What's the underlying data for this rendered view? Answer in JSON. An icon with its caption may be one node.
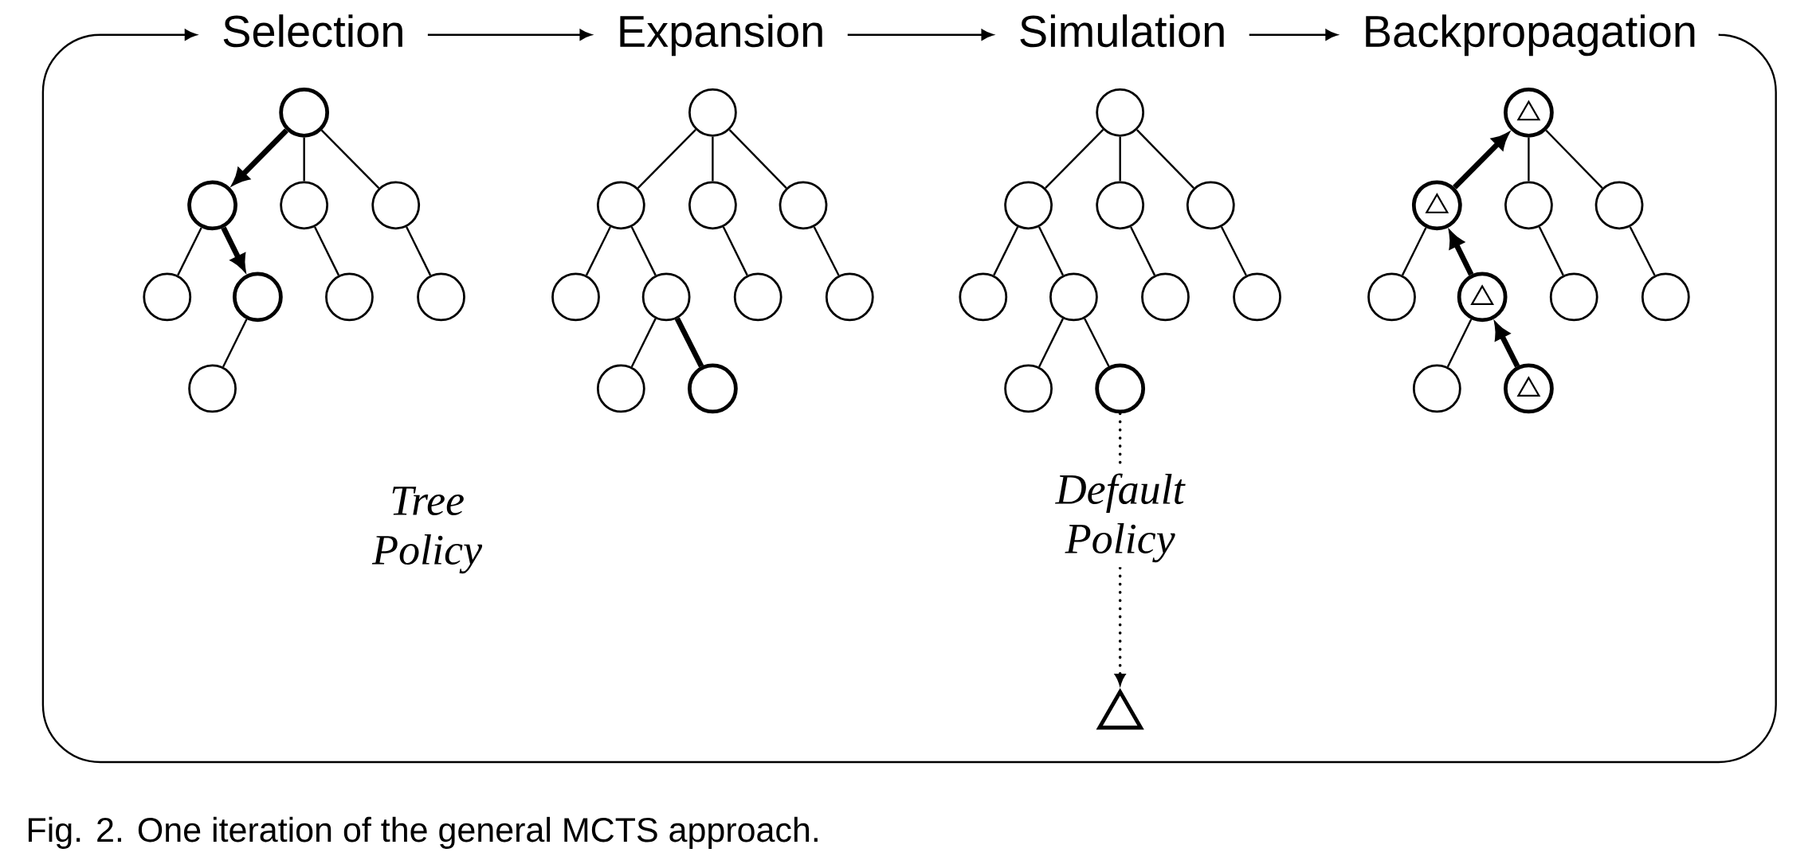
{
  "diagram": {
    "caption": "Fig. 2. One iteration of the general MCTS approach.",
    "nodes": [
      {
        "text": [
          "Selection"
        ]
      },
      {
        "text": [
          "Expansion"
        ]
      },
      {
        "text": [
          "Simulation"
        ]
      },
      {
        "text": [
          "Backpropagation"
        ]
      },
      {
        "text": [],
        "shape": "circle"
      },
      {
        "text": [],
        "shape": "circle"
      },
      {
        "text": [],
        "shape": "circle"
      },
      {
        "text": [],
        "shape": "circle"
      },
      {
        "text": [],
        "shape": "circle"
      },
      {
        "text": [],
        "shape": "circle"
      },
      {
        "text": [],
        "shape": "circle"
      },
      {
        "text": [],
        "shape": "circle"
      },
      {
        "text": [],
        "shape": "circle"
      },
      {
        "text": [],
        "shape": "circle"
      },
      {
        "text": [],
        "shape": "circle"
      },
      {
        "text": [],
        "shape": "circle"
      },
      {
        "text": [],
        "shape": "circle"
      },
      {
        "text": [],
        "shape": "circle"
      },
      {
        "text": [],
        "shape": "circle"
      },
      {
        "text": [],
        "shape": "circle"
      },
      {
        "text": [],
        "shape": "circle"
      },
      {
        "text": [],
        "shape": "circle"
      },
      {
        "text": [],
        "shape": "circle"
      },
      {
        "text": [],
        "shape": "circle"
      },
      {
        "text": [],
        "shape": "circle"
      },
      {
        "text": [],
        "shape": "circle"
      },
      {
        "text": [],
        "shape": "circle"
      },
      {
        "text": [],
        "shape": "circle"
      },
      {
        "text": [],
        "shape": "circle"
      },
      {
        "text": [],
        "shape": "circle"
      },
      {
        "text": [],
        "shape": "circle"
      },
      {
        "text": [],
        "shape": "circle"
      },
      {
        "text": [],
        "shape": "circle"
      },
      {
        "text": [],
        "shape": "circle"
      },
      {
        "text": [],
        "shape": "circle"
      },
      {
        "text": [],
        "shape": "circle"
      },
      {
        "text": [],
        "shape": "circle"
      },
      {
        "text": [],
        "shape": "circle"
      },
      {
        "text": [],
        "shape": "circle"
      },
      {
        "text": [],
        "shape": "circle"
      },
      {
        "text": [],
        "shape": "circle"
      },
      {
        "text": [],
        "shape": "circle"
      },
      {
        "text": [],
        "shape": "circle"
      },
      {
        "text": [],
        "shape": "triangle"
      }
    ],
    "edges": [
      {
        "from": 0,
        "to": 1,
        "arrow": "to"
      },
      {
        "from": 1,
        "to": 2,
        "arrow": "to"
      },
      {
        "from": 2,
        "to": 3,
        "arrow": "to"
      },
      {
        "from": 3,
        "to": 0,
        "arrow": "to"
      },
      {
        "from": 4,
        "to": 5,
        "arrow": "to",
        "style": "thick"
      },
      {
        "from": 4,
        "to": 6,
        "arrow": "none"
      },
      {
        "from": 4,
        "to": 7,
        "arrow": "none"
      },
      {
        "from": 5,
        "to": 8,
        "arrow": "none"
      },
      {
        "from": 5,
        "to": 9,
        "arrow": "to",
        "style": "thick"
      },
      {
        "from": 6,
        "to": 10,
        "arrow": "none"
      },
      {
        "from": 7,
        "to": 11,
        "arrow": "none"
      },
      {
        "from": 9,
        "to": 12,
        "arrow": "none"
      },
      {
        "from": 13,
        "to": 14,
        "arrow": "none"
      },
      {
        "from": 13,
        "to": 15,
        "arrow": "none"
      },
      {
        "from": 13,
        "to": 16,
        "arrow": "none"
      },
      {
        "from": 14,
        "to": 17,
        "arrow": "none"
      },
      {
        "from": 14,
        "to": 18,
        "arrow": "none"
      },
      {
        "from": 15,
        "to": 19,
        "arrow": "none"
      },
      {
        "from": 16,
        "to": 20,
        "arrow": "none"
      },
      {
        "from": 18,
        "to": 21,
        "arrow": "none"
      },
      {
        "from": 18,
        "to": 22,
        "arrow": "none",
        "style": "thick"
      },
      {
        "from": 23,
        "to": 24,
        "arrow": "none"
      },
      {
        "from": 23,
        "to": 25,
        "arrow": "none"
      },
      {
        "from": 23,
        "to": 26,
        "arrow": "none"
      },
      {
        "from": 24,
        "to": 27,
        "arrow": "none"
      },
      {
        "from": 24,
        "to": 28,
        "arrow": "none"
      },
      {
        "from": 25,
        "to": 29,
        "arrow": "none"
      },
      {
        "from": 26,
        "to": 30,
        "arrow": "none"
      },
      {
        "from": 28,
        "to": 31,
        "arrow": "none"
      },
      {
        "from": 28,
        "to": 32,
        "arrow": "none"
      },
      {
        "from": 34,
        "to": 33,
        "arrow": "to",
        "style": "thick"
      },
      {
        "from": 33,
        "to": 35,
        "arrow": "none"
      },
      {
        "from": 33,
        "to": 36,
        "arrow": "none"
      },
      {
        "from": 34,
        "to": 37,
        "arrow": "none"
      },
      {
        "from": 38,
        "to": 34,
        "arrow": "to",
        "style": "thick"
      },
      {
        "from": 35,
        "to": 39,
        "arrow": "none"
      },
      {
        "from": 36,
        "to": 40,
        "arrow": "none"
      },
      {
        "from": 38,
        "to": 41,
        "arrow": "none"
      },
      {
        "from": 42,
        "to": 38,
        "arrow": "to",
        "style": "thick"
      },
      {
        "from": 32,
        "to": 43,
        "arrow": "to",
        "style": "dashed",
        "label": "Default Policy"
      }
    ],
    "labels": [
      "Tree Policy"
    ]
  }
}
